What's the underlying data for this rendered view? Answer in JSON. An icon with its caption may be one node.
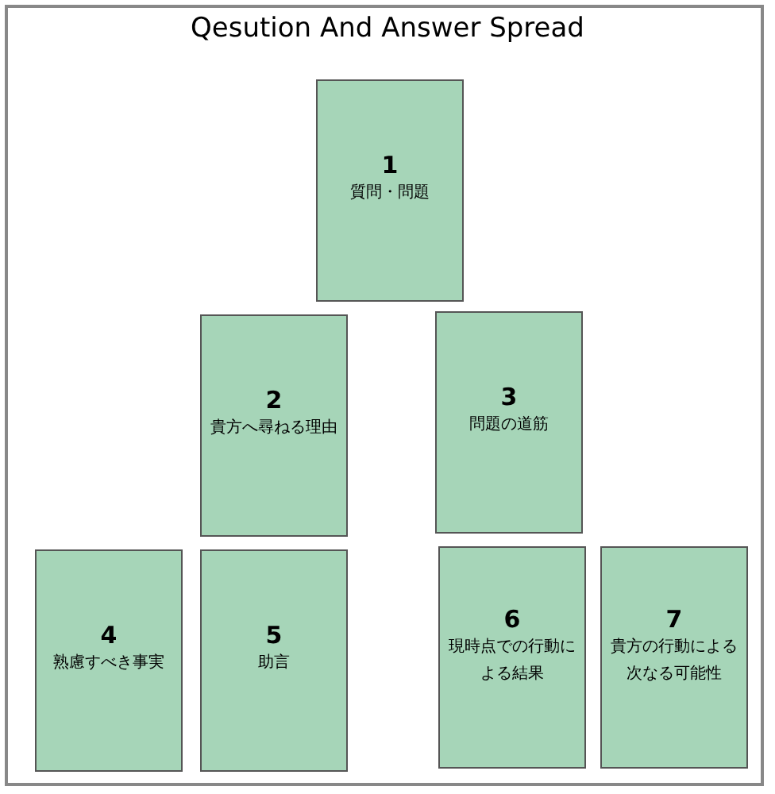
{
  "diagram": {
    "title": "Qesution And Answer Spread",
    "nodes": [
      {
        "text": [
          "1",
          "質問・問題"
        ]
      },
      {
        "text": [
          "2",
          "貴方へ尋ねる理由"
        ]
      },
      {
        "text": [
          "3",
          "問題の道筋"
        ]
      },
      {
        "text": [
          "4",
          "熟慮すべき事実"
        ]
      },
      {
        "text": [
          "5",
          "助言"
        ]
      },
      {
        "text": [
          "6",
          "現時点での行動による結果"
        ]
      },
      {
        "text": [
          "7",
          "貴方の行動による次なる可能性"
        ]
      }
    ],
    "edges": []
  }
}
